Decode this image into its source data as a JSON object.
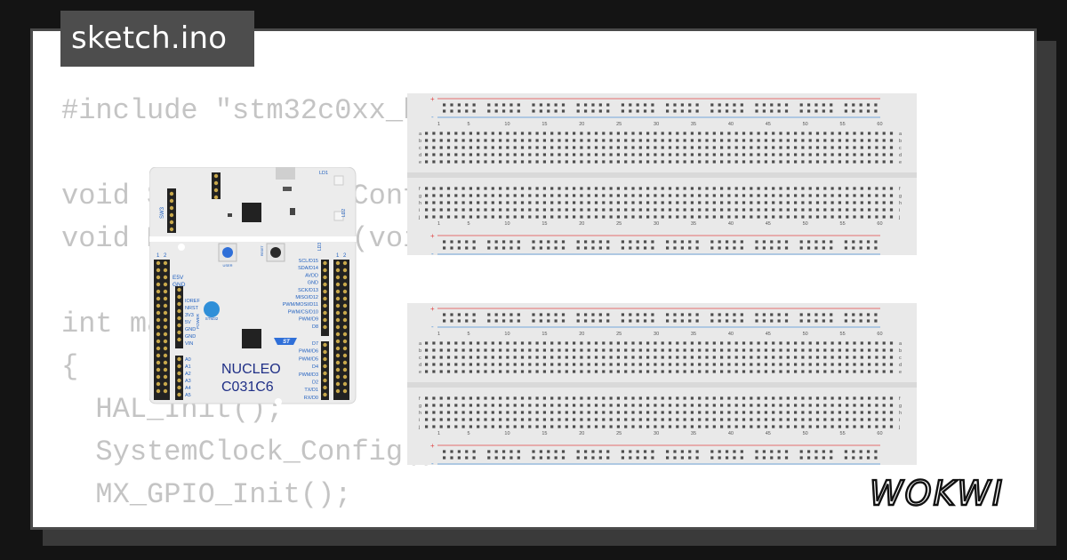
{
  "tab": {
    "filename": "sketch.ino"
  },
  "code": {
    "lines": [
      "#include \"stm32c0xx_hal.h\"",
      "",
      "void SystemClock_Config(void);",
      "void MX_GPIO_Init(void);",
      "",
      "int main(void)",
      "{",
      "  HAL_Init();",
      "  SystemClock_Config();",
      "  MX_GPIO_Init();"
    ]
  },
  "breadboard": {
    "column_numbers": [
      "1",
      "5",
      "10",
      "15",
      "20",
      "25",
      "30",
      "35",
      "40",
      "45",
      "50",
      "55",
      "60"
    ],
    "row_letters_top": [
      "a",
      "b",
      "c",
      "d",
      "e"
    ],
    "row_letters_bottom": [
      "f",
      "g",
      "h",
      "i",
      "j"
    ],
    "plus_sign": "+",
    "minus_sign": "-"
  },
  "board": {
    "name_line1": "NUCLEO",
    "name_line2": "C031C6",
    "ld1": "LD1",
    "ld2": "LD2",
    "ld3": "LD3",
    "sw3": "SW3",
    "user_button": "USER",
    "reset_button": "RESET",
    "stm32_logo": "STM32",
    "st_logo": "ST",
    "left_pins": [
      "IOREF",
      "NRST",
      "3V3",
      "5V",
      "GND",
      "GND",
      "VIN"
    ],
    "analog_pins": [
      "A0",
      "A1",
      "A2",
      "A3",
      "A4",
      "A5"
    ],
    "right_pins_top": [
      "SCL/D15",
      "SDA/D14",
      "AVDD",
      "GND",
      "SCK/D13",
      "MISO/D12",
      "PWM/MOSI/D11",
      "PWM/CS/D10",
      "PWM/D9",
      "D8"
    ],
    "right_pins_bottom": [
      "D7",
      "PWM/D6",
      "PWM/D5",
      "D4",
      "PWM/D3",
      "D2",
      "TX/D1",
      "RX/D0"
    ],
    "e5v": "E5V",
    "gnd": "GND",
    "power": "POWER",
    "header_nums": [
      "1",
      "2"
    ]
  },
  "brand": {
    "logo_text": "WOKWI"
  },
  "colors": {
    "board_text": "#1f5fbf",
    "board_name": "#1f2f86",
    "rail_red": "#e04646",
    "rail_blue": "#4a8fd6",
    "user_button": "#2f6fd8"
  }
}
